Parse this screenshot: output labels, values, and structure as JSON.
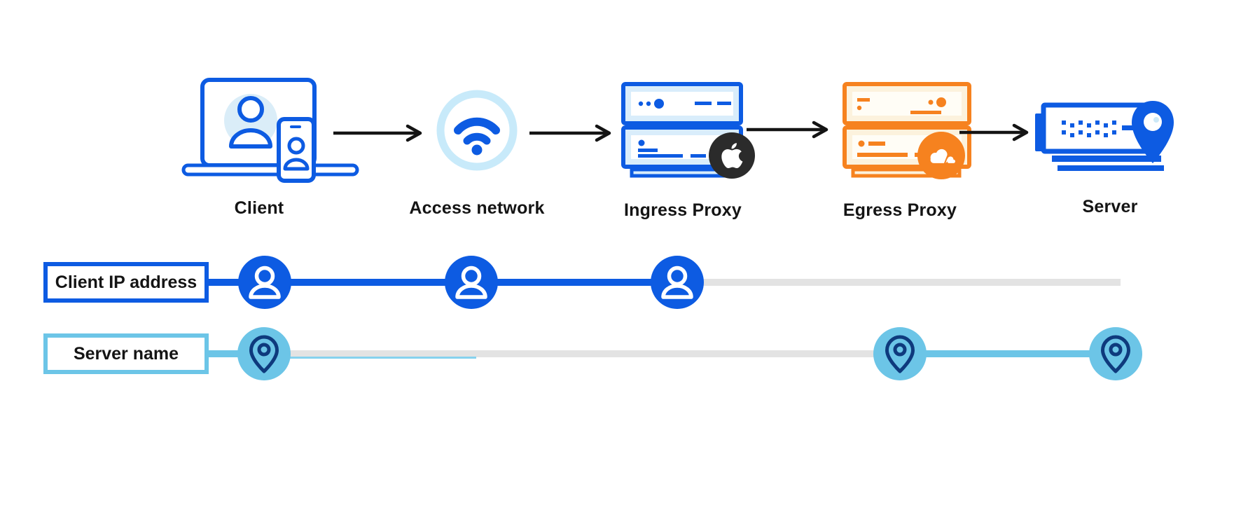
{
  "flow": {
    "nodes": [
      {
        "label": "Client",
        "icon": "client-devices-icon"
      },
      {
        "label": "Access network",
        "icon": "wifi-icon"
      },
      {
        "label": "Ingress Proxy",
        "icon": "blue-server-stack-icon",
        "badge_icon": "apple-logo-icon"
      },
      {
        "label": "Egress Proxy",
        "icon": "orange-server-stack-icon",
        "badge_icon": "cloudflare-logo-icon"
      },
      {
        "label": "Server",
        "icon": "server-location-pin-icon"
      }
    ],
    "connector_icon": "arrow-right-icon"
  },
  "tracks": [
    {
      "label": "Client IP address",
      "marker_icon": "person-icon",
      "color": "#0d5be2",
      "marker_columns": [
        "Client",
        "Access network",
        "Ingress Proxy"
      ],
      "inactive_color": "#e3e3e3"
    },
    {
      "label": "Server name",
      "marker_icon": "location-pin-icon",
      "color": "#6cc5e7",
      "marker_columns": [
        "Client",
        "Egress Proxy",
        "Server"
      ],
      "inactive_color": "#e3e3e3"
    }
  ],
  "colors": {
    "blue": "#0d5be2",
    "pale_blue_ring": "#c8eafa",
    "pale_blue_fill": "#d9edfb",
    "sky_blue": "#6cc5e7",
    "navy": "#0e3a7d",
    "orange": "#f6821f",
    "cream": "#fcf2dd",
    "badge_dark": "#2b2b2b",
    "track_gray": "#e3e3e3",
    "text": "#141414"
  }
}
